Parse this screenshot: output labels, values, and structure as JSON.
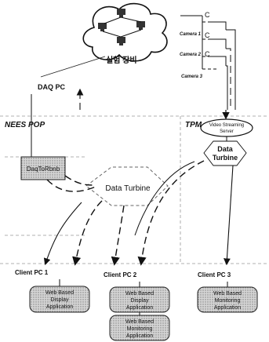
{
  "diagram": {
    "lab_equipment": "실험 장비",
    "daq_pc": "DAQ PC",
    "nees_pop": "NEES POP",
    "daq_to_rbnb": "DaqToRbnb",
    "tpm": "TPM",
    "video_streaming_server": [
      "Video Streaming",
      "Server"
    ],
    "data_turbine_small": [
      "Data",
      "Turbine"
    ],
    "data_turbine_center": "Data Turbine",
    "camera_node_letter": "C",
    "cameras": [
      "Camera 1",
      "Camera 2",
      "Camera 3"
    ],
    "client_pcs": [
      "Client PC 1",
      "Client PC 2",
      "Client PC 3"
    ],
    "apps": {
      "pc1_display": [
        "Web Based",
        "Display",
        "Application"
      ],
      "pc2_display": [
        "Web Based",
        "Display",
        "Application"
      ],
      "pc2_monitoring": [
        "Web Based",
        "Monitoring",
        "Application"
      ],
      "pc3_monitoring": [
        "Web Based",
        "Monitoring",
        "Application"
      ]
    }
  }
}
